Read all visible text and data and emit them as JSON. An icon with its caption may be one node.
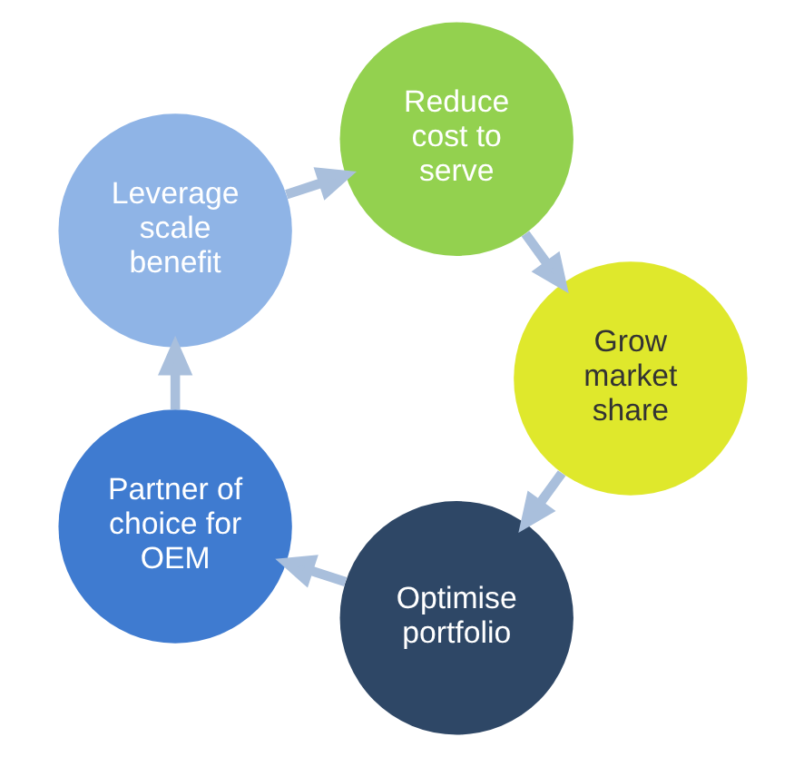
{
  "diagram": {
    "nodes": [
      {
        "text": [
          "Optimise portfolio"
        ]
      },
      {
        "text": [
          "Partner of choice for OEM"
        ]
      },
      {
        "text": [
          "Leverage scale benefit"
        ]
      },
      {
        "text": [
          "Reduce cost to serve"
        ]
      },
      {
        "text": [
          "Grow market share"
        ]
      }
    ],
    "edges": [
      {
        "from": 0,
        "to": 1,
        "arrow": "to"
      },
      {
        "from": 1,
        "to": 2,
        "arrow": "to"
      },
      {
        "from": 2,
        "to": 3,
        "arrow": "to"
      },
      {
        "from": 3,
        "to": 4,
        "arrow": "to"
      },
      {
        "from": 4,
        "to": 0,
        "arrow": "to"
      }
    ]
  }
}
